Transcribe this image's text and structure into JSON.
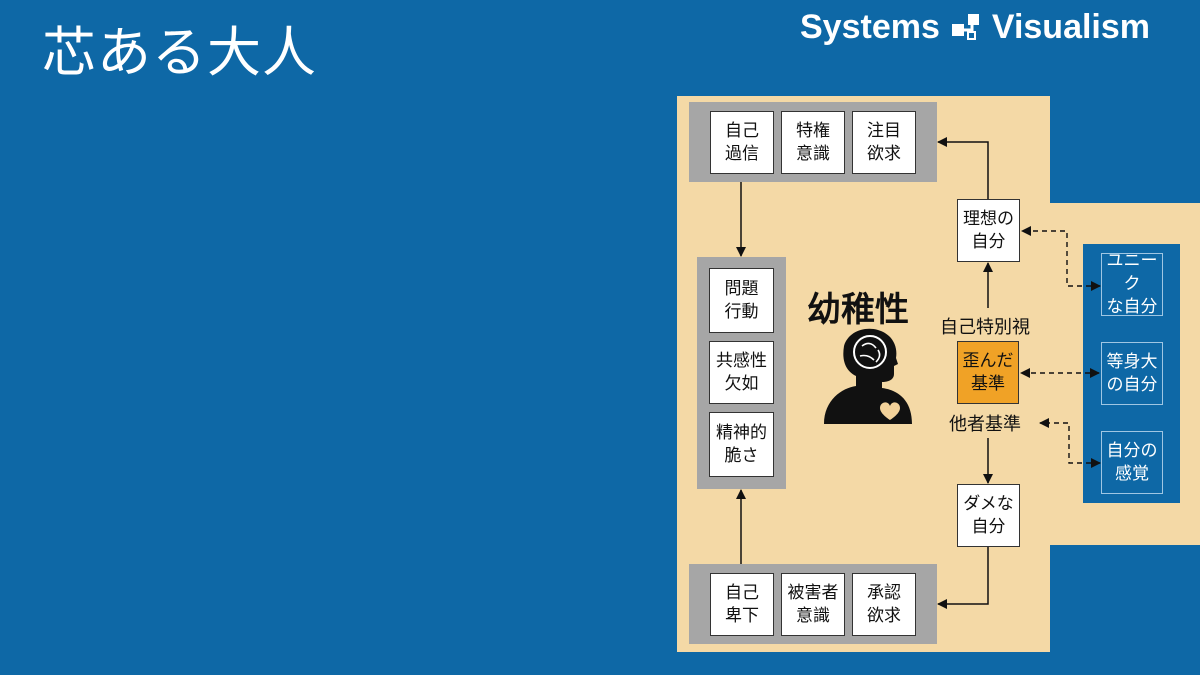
{
  "title": "芯ある大人",
  "logo": {
    "left": "Systems",
    "right": "Visualism"
  },
  "colors": {
    "background": "#0e68a6",
    "panel": "#f4d9a6",
    "group": "#a6a6a6",
    "orange": "#f0a226"
  },
  "diagram": {
    "center_title": "幼稚性",
    "center_icon": "head-brain-heart-icon",
    "top_group": [
      "自己\n過信",
      "特権\n意識",
      "注目\n欲求"
    ],
    "middle_group": [
      "問題\n行動",
      "共感性\n欠如",
      "精神的\n脆さ"
    ],
    "bottom_group": [
      "自己\n卑下",
      "被害者\n意識",
      "承認\n欲求"
    ],
    "ideal_self": "理想の\n自分",
    "self_special": "自己特別視",
    "distorted_standard": "歪んだ\n基準",
    "other_standard": "他者基準",
    "useless_self": "ダメな\n自分",
    "right_group": [
      "ユニーク\nな自分",
      "等身大\nの自分",
      "自分の\n感覚"
    ]
  }
}
